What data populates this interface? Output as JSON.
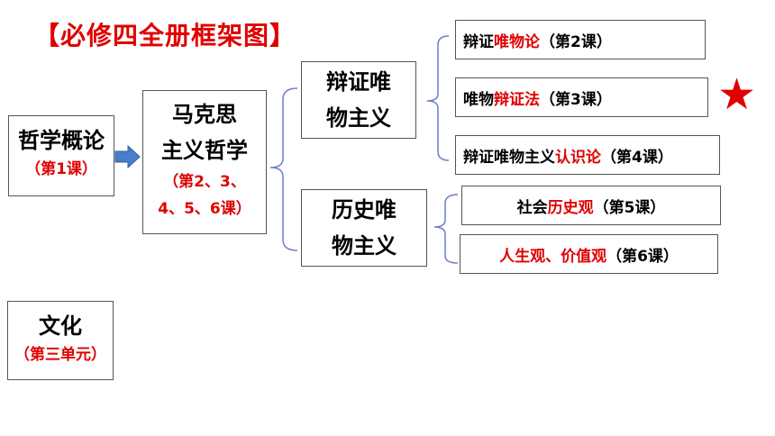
{
  "title": "【必修四全册框架图】",
  "nodes": {
    "intro": {
      "label": "哲学概论",
      "sub": "（第1课）"
    },
    "marxism": {
      "line1": "马克思",
      "line2": "主义哲学",
      "sub1": "（第2、3、",
      "sub2": "4、5、6课）"
    },
    "dialectical": {
      "line1": "辩证唯",
      "line2": "物主义"
    },
    "historical": {
      "line1": "历史唯",
      "line2": "物主义"
    },
    "culture": {
      "label": "文化",
      "sub": "（第三单元）"
    }
  },
  "leaves": {
    "l1": {
      "pre": "辩证",
      "red": "唯物论",
      "post": "（第2课）"
    },
    "l2": {
      "pre": "唯物",
      "red": "辩证法",
      "post": "（第3课）"
    },
    "l3": {
      "pre": "辩证唯物主义",
      "red": "认识论",
      "post": "（第4课）"
    },
    "l4": {
      "pre": "社会",
      "red": "历史观",
      "post": "（第5课）"
    },
    "l5": {
      "pre": "",
      "red": "人生观、价值观",
      "post": "（第6课）"
    }
  },
  "star": "★",
  "colors": {
    "accent": "#e00000",
    "bracket": "#6b7fc7",
    "arrow": "#4a7ec8"
  }
}
